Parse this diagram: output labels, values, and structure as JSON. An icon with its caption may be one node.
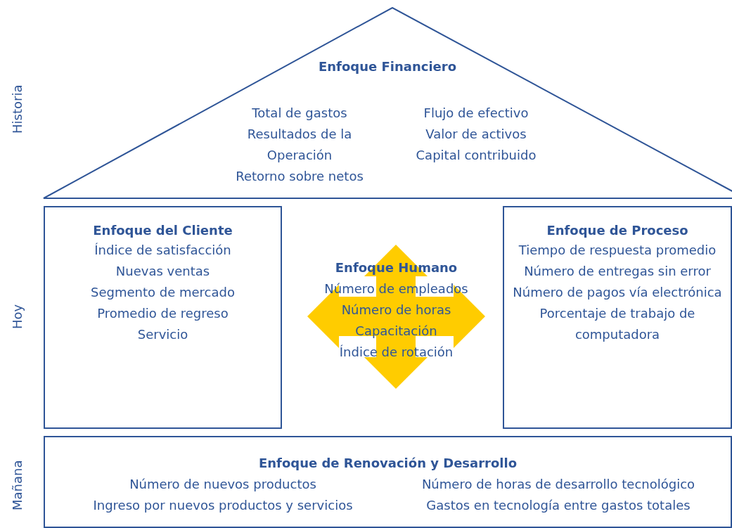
{
  "diagram": {
    "nodes": [
      {
        "text": [
          "Enfoque Financiero",
          "Total de gastos",
          "Resultados de la Operación",
          "Retorno sobre netos",
          "Flujo de efectivo",
          "Valor de activos",
          "Capital contribuido"
        ]
      },
      {
        "text": [
          "Enfoque del Cliente",
          "Índice de satisfacción",
          "Nuevas ventas",
          "Segmento de mercado",
          "Promedio de regreso",
          "Servicio"
        ]
      },
      {
        "text": [
          "Enfoque Humano",
          "Número de empleados",
          "Número de horas",
          "Capacitación",
          "Índice de rotación"
        ]
      },
      {
        "text": [
          "Enfoque de Proceso",
          "Tiempo de respuesta promedio",
          "Número de entregas sin error",
          "Número de pagos vía electrónica",
          "Porcentaje de trabajo de computadora"
        ]
      },
      {
        "text": [
          "Enfoque de Renovación y Desarrollo",
          "Número de nuevos productos",
          "Ingreso por nuevos productos y servicios",
          "Número de horas de desarrollo tecnológico",
          "Gastos en tecnología entre gastos totales"
        ]
      }
    ],
    "edges": [],
    "labels": [
      "Historia",
      "Hoy",
      "Mañana"
    ]
  }
}
